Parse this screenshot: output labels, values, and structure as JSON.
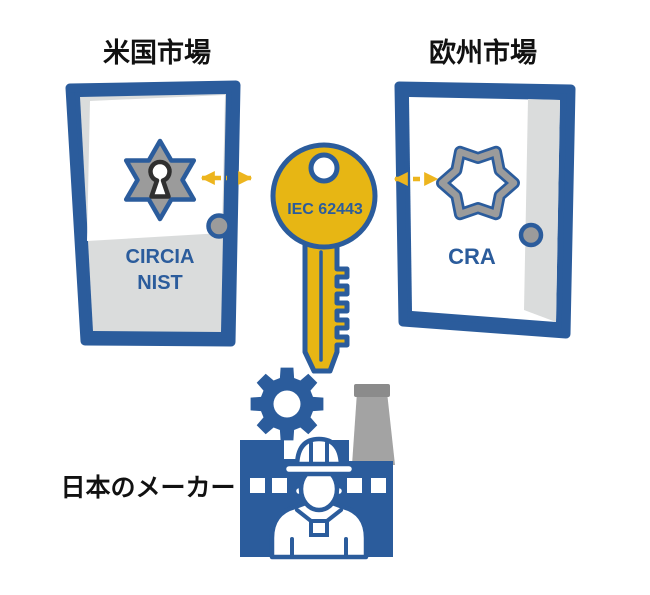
{
  "titles": {
    "us_market": "米国市場",
    "eu_market": "欧州市場"
  },
  "left_door": {
    "lock_label_line1": "CIRCIA",
    "lock_label_line2": "NIST",
    "lock_icon": "star-lock-with-keyhole"
  },
  "right_door": {
    "lock_label": "CRA",
    "lock_icon": "gear-star-keyway"
  },
  "key": {
    "label": "IEC 62443"
  },
  "manufacturer": {
    "label": "日本のメーカー"
  },
  "colors": {
    "blue": "#2b5c9c",
    "yellow": "#e7b614",
    "arrow_yellow": "#edb51e",
    "gray_lock": "#9b9b9b",
    "light_gray": "#dadcdc",
    "chimney_gray": "#a3a3a3",
    "chimney_cap": "#8b8b8b"
  }
}
